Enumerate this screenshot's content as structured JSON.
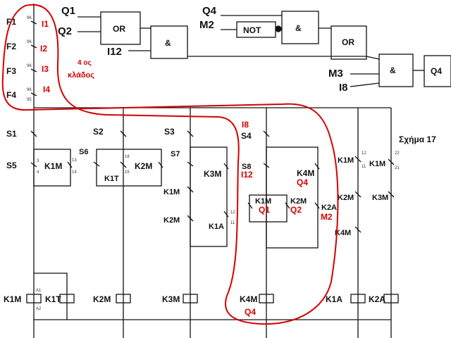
{
  "logic": {
    "inputs": {
      "q1": "Q1",
      "q2": "Q2",
      "q4": "Q4",
      "m2": "M2",
      "i12": "I12",
      "m3": "M3",
      "i8": "I8"
    },
    "gates": {
      "or1": "OR",
      "and1": "&",
      "not1": "NOT",
      "and2": "&",
      "or2": "OR",
      "and3": "&"
    },
    "output": "Q4"
  },
  "fuses": [
    {
      "label": "F1",
      "input": "I1"
    },
    {
      "label": "F2",
      "input": "I2"
    },
    {
      "label": "F3",
      "input": "I3"
    },
    {
      "label": "F4",
      "input": "I4"
    }
  ],
  "branch_note": {
    "line1": "4 ος",
    "line2": "κλάδος"
  },
  "figure_caption": "Σχήμα 17",
  "switches": {
    "s1": "S1",
    "s2": "S2",
    "s3": "S3",
    "s4": "S4",
    "s5": "S5",
    "s6": "S6",
    "s7": "S7",
    "s8": "S8"
  },
  "contacts": {
    "k1m_hold": "K1M",
    "k2m_hold": "K2M",
    "k1t": "K1T",
    "k3m_hold": "K3M",
    "k1m_il": "K1M",
    "k2m_il": "K2M",
    "k1a": "K1A",
    "k4m_hold": "K4M",
    "k1m_b4": "K1M",
    "k2m_b4": "K2M",
    "k2a": "K2A",
    "k1m_b5": "K1M",
    "k2m_b5": "K2M",
    "k4m_b5": "K4M",
    "k1m_b6": "K1M",
    "k3m_b6": "K3M"
  },
  "coils": [
    "K1M",
    "K1T",
    "K2M",
    "K3M",
    "K4M",
    "K1A",
    "K2A"
  ],
  "red_annotations": {
    "i8": "I8",
    "i12": "I12",
    "q4_top": "Q4",
    "q1": "Q1",
    "q2": "Q2",
    "m2": "M2",
    "q4_bottom": "Q4"
  },
  "terminals": {
    "fuse_pin": "96",
    "fuse_pin2": "95",
    "no_top": "3",
    "no_bot": "4",
    "nc_top": "12",
    "nc_bot": "11",
    "hold_top": "13",
    "hold_bot": "14",
    "coil_top": "A1",
    "coil_bot": "A2",
    "t_top": "18",
    "t_bot": "15",
    "nc22": "22",
    "nc21": "21"
  }
}
